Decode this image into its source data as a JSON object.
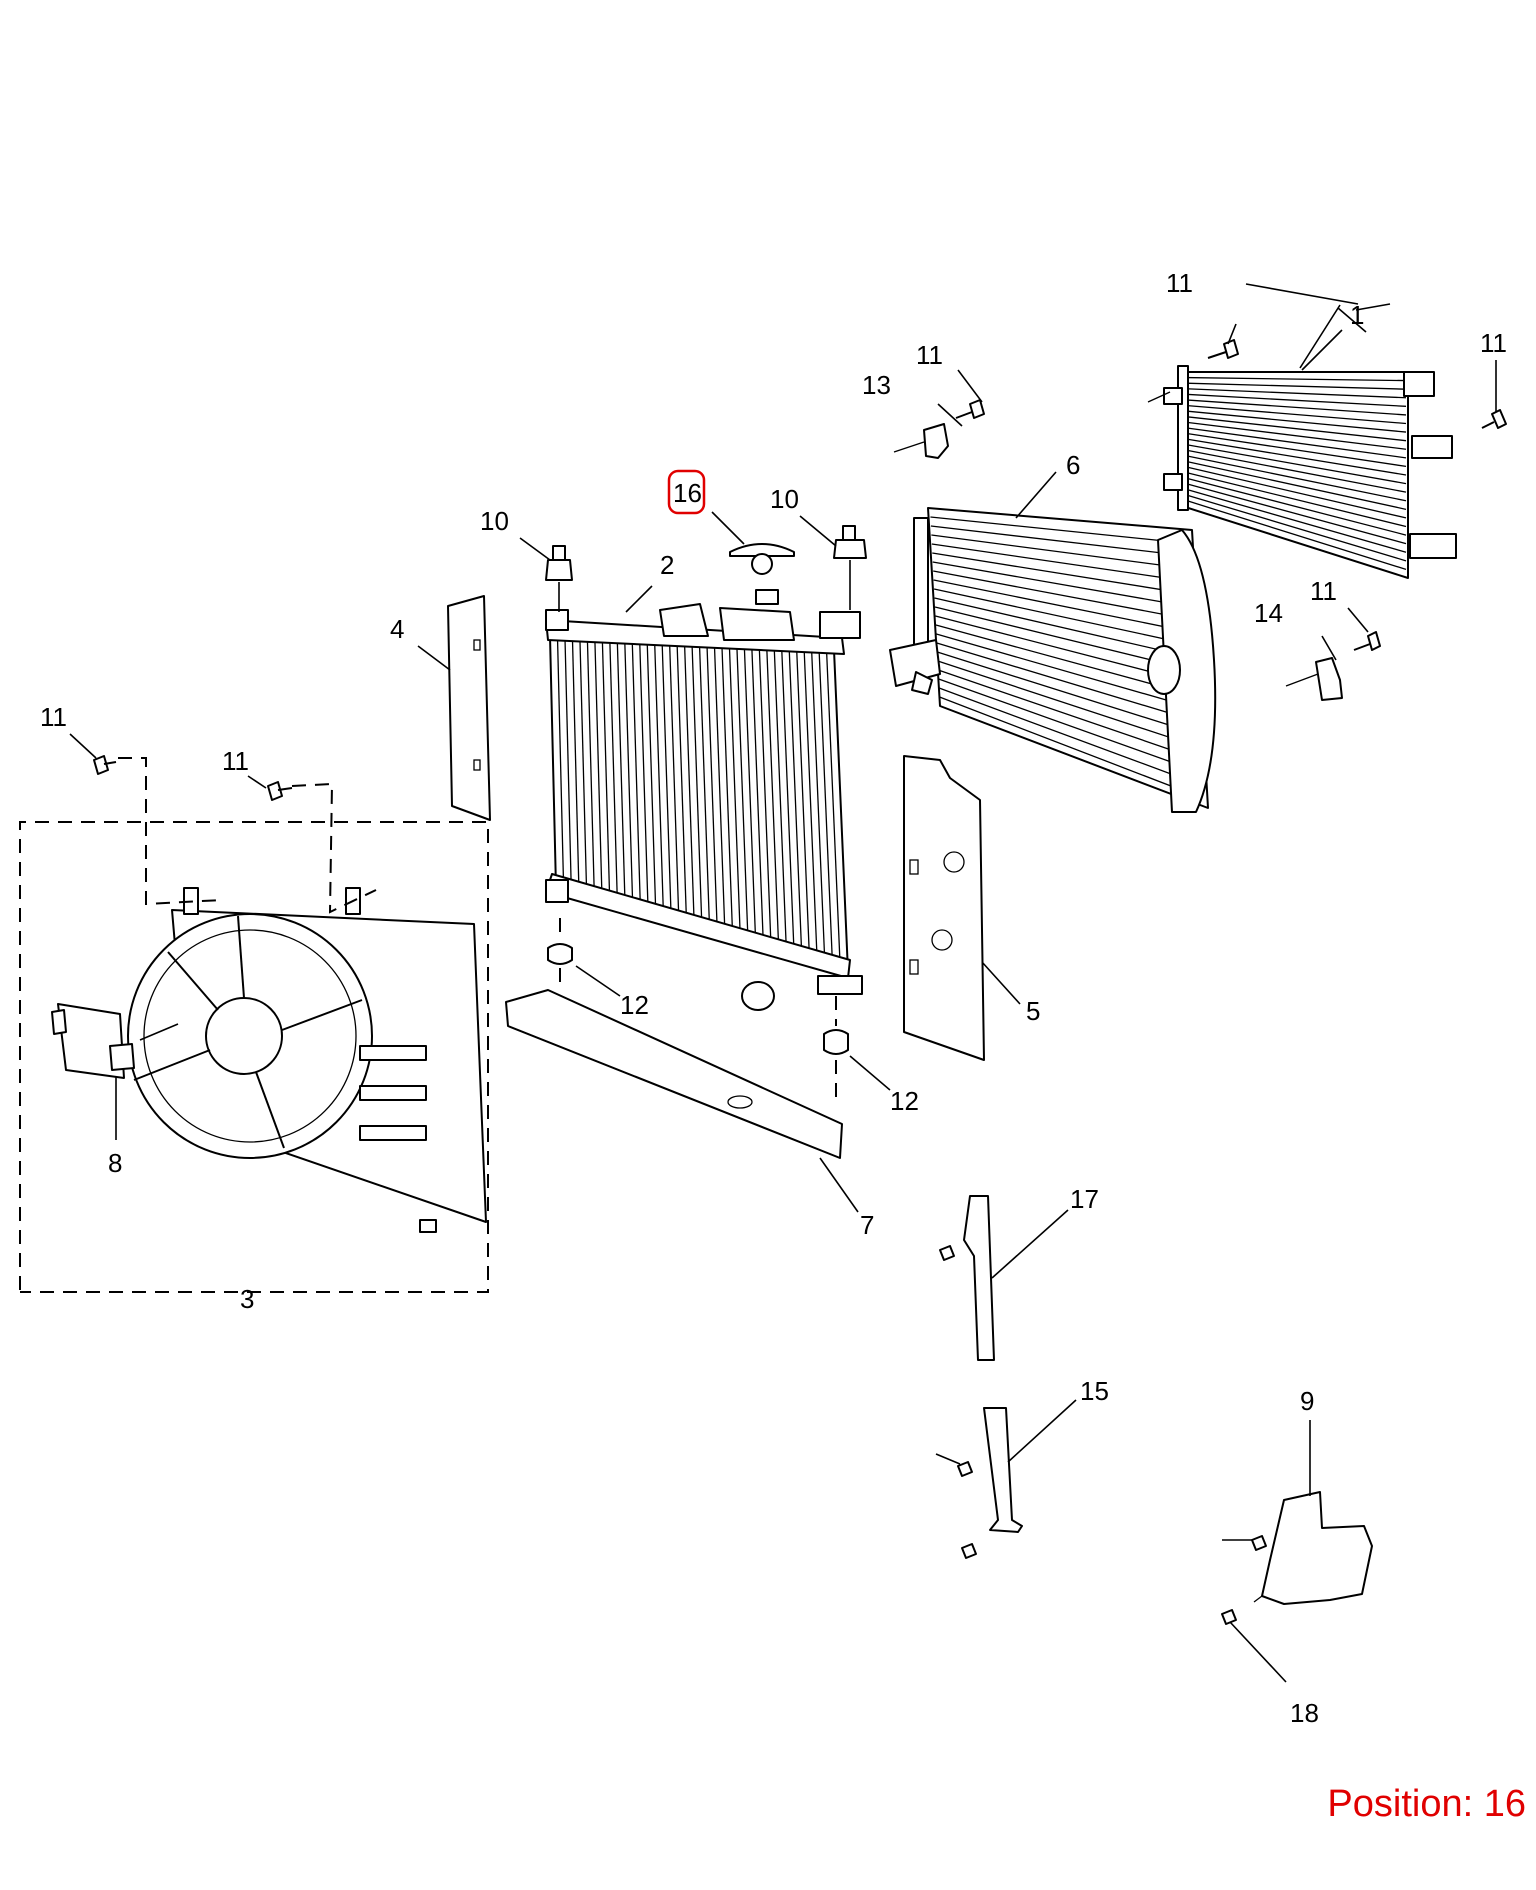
{
  "callouts": {
    "c1": "1",
    "c2": "2",
    "c3": "3",
    "c4": "4",
    "c5": "5",
    "c6": "6",
    "c7": "7",
    "c8": "8",
    "c9": "9",
    "c10a": "10",
    "c10b": "10",
    "c11a": "11",
    "c11b": "11",
    "c11c": "11",
    "c11d": "11",
    "c11e": "11",
    "c11f": "11",
    "c12a": "12",
    "c12b": "12",
    "c13": "13",
    "c14": "14",
    "c15": "15",
    "c16": "16",
    "c17": "17",
    "c18": "18"
  },
  "highlight": {
    "callout": "16",
    "color": "#e00000"
  },
  "position": {
    "text": "Position: 16"
  }
}
